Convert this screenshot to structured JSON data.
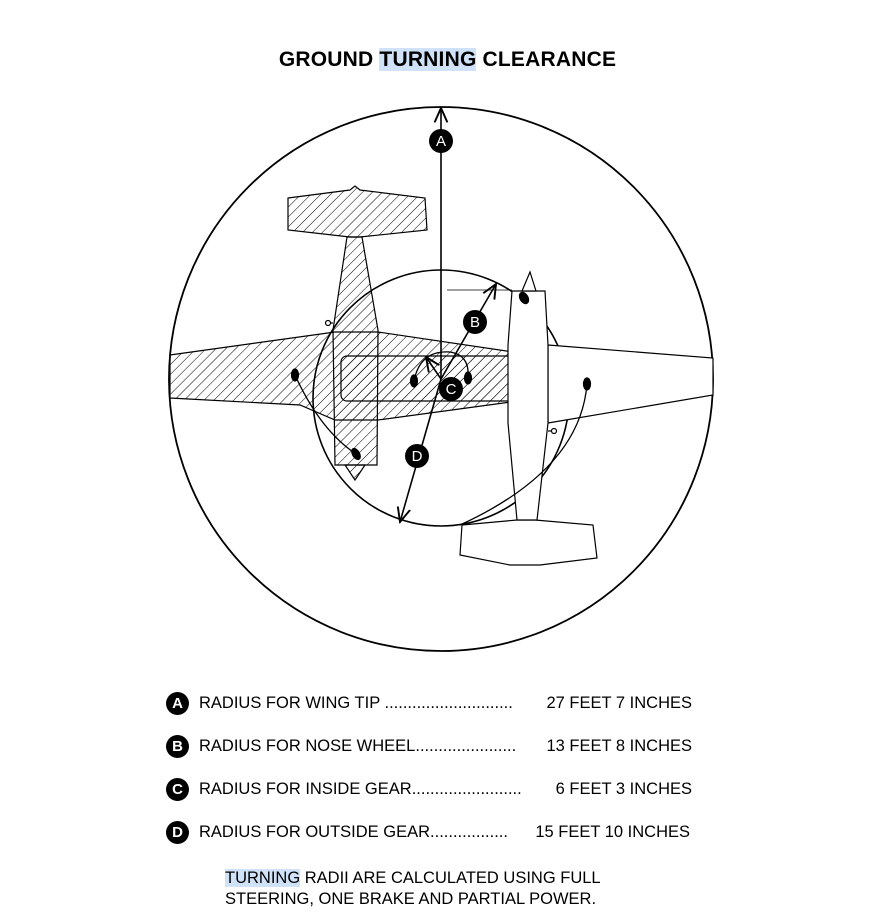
{
  "title": {
    "prefix": "GROUND ",
    "highlight": "TURNING",
    "suffix": " CLEARANCE"
  },
  "diagram_labels": {
    "a": "A",
    "b": "B",
    "c": "C",
    "d": "D"
  },
  "legend": [
    {
      "badge": "A",
      "label": "RADIUS FOR WING TIP ............................",
      "value": "27 FEET 7 INCHES"
    },
    {
      "badge": "B",
      "label": "RADIUS FOR NOSE WHEEL......................",
      "value": "13 FEET 8 INCHES"
    },
    {
      "badge": "C",
      "label": "RADIUS FOR INSIDE GEAR........................",
      "value": "6 FEET 3 INCHES"
    },
    {
      "badge": "D",
      "label": "RADIUS FOR OUTSIDE GEAR.................",
      "value": "15 FEET 10 INCHES"
    }
  ],
  "note": {
    "highlight": "TURNING",
    "line1_rest": " RADII ARE CALCULATED USING FULL",
    "line2": "STEERING, ONE BRAKE AND PARTIAL POWER."
  },
  "colors": {
    "highlight": "#cfe2f7"
  }
}
